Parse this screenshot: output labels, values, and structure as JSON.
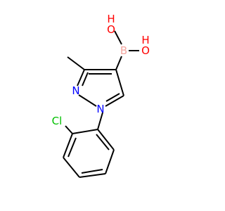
{
  "molecule": {
    "atoms": {
      "boron": "B",
      "hydroxyl_top": "OH",
      "hydroxyl_right": "OH",
      "hydroxyl_top_hydrogen": "H",
      "hydroxyl_top_oxygen": "O",
      "hydroxyl_right_oxygen": "O",
      "hydroxyl_right_hydrogen": "H",
      "ring_nitrogen_2": "N",
      "ring_nitrogen_1": "N",
      "chlorine": "Cl"
    },
    "colors": {
      "bond": "#000000",
      "boron": "#F4A6A0",
      "oxygen": "#FF0000",
      "nitrogen": "#0000FF",
      "chlorine": "#00C000"
    }
  }
}
